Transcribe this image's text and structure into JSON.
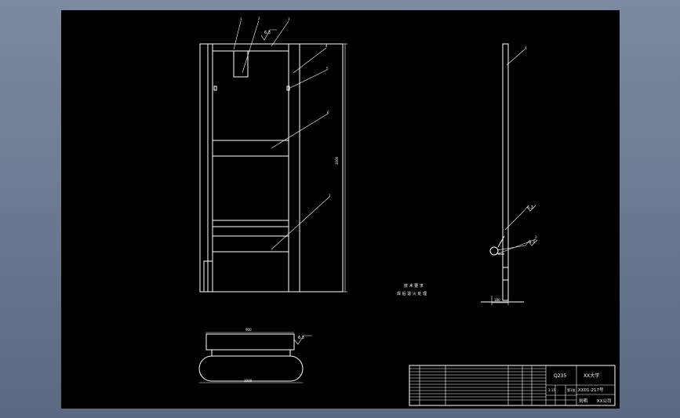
{
  "colors": {
    "background": "#6b7891",
    "paper": "#000000",
    "lines": "#ffffff"
  },
  "balloons": {
    "b1": "1",
    "b2": "2",
    "b3": "3",
    "b4": "4",
    "b5": "5",
    "b6": "6",
    "b7": "1",
    "b8": "4",
    "b9": "2"
  },
  "surface_marks": {
    "front": "6.3",
    "side_top": "6.3",
    "side_bottom": "6.3",
    "bottom_view": "6.3"
  },
  "dimensions": {
    "front_height": "3000",
    "side_width": "180",
    "bottom_top": "900",
    "bottom_width": "1000"
  },
  "tech_requirements": {
    "title": "技 术 要 求",
    "line1": "焊 后 退 火 处 理"
  },
  "title_block": {
    "material": "Q235",
    "school": "XX大学",
    "drawing_no": "XX01-217号",
    "scale": "1:15",
    "sheet": "第1张",
    "drawer": "刘明",
    "org": "XX公司"
  }
}
